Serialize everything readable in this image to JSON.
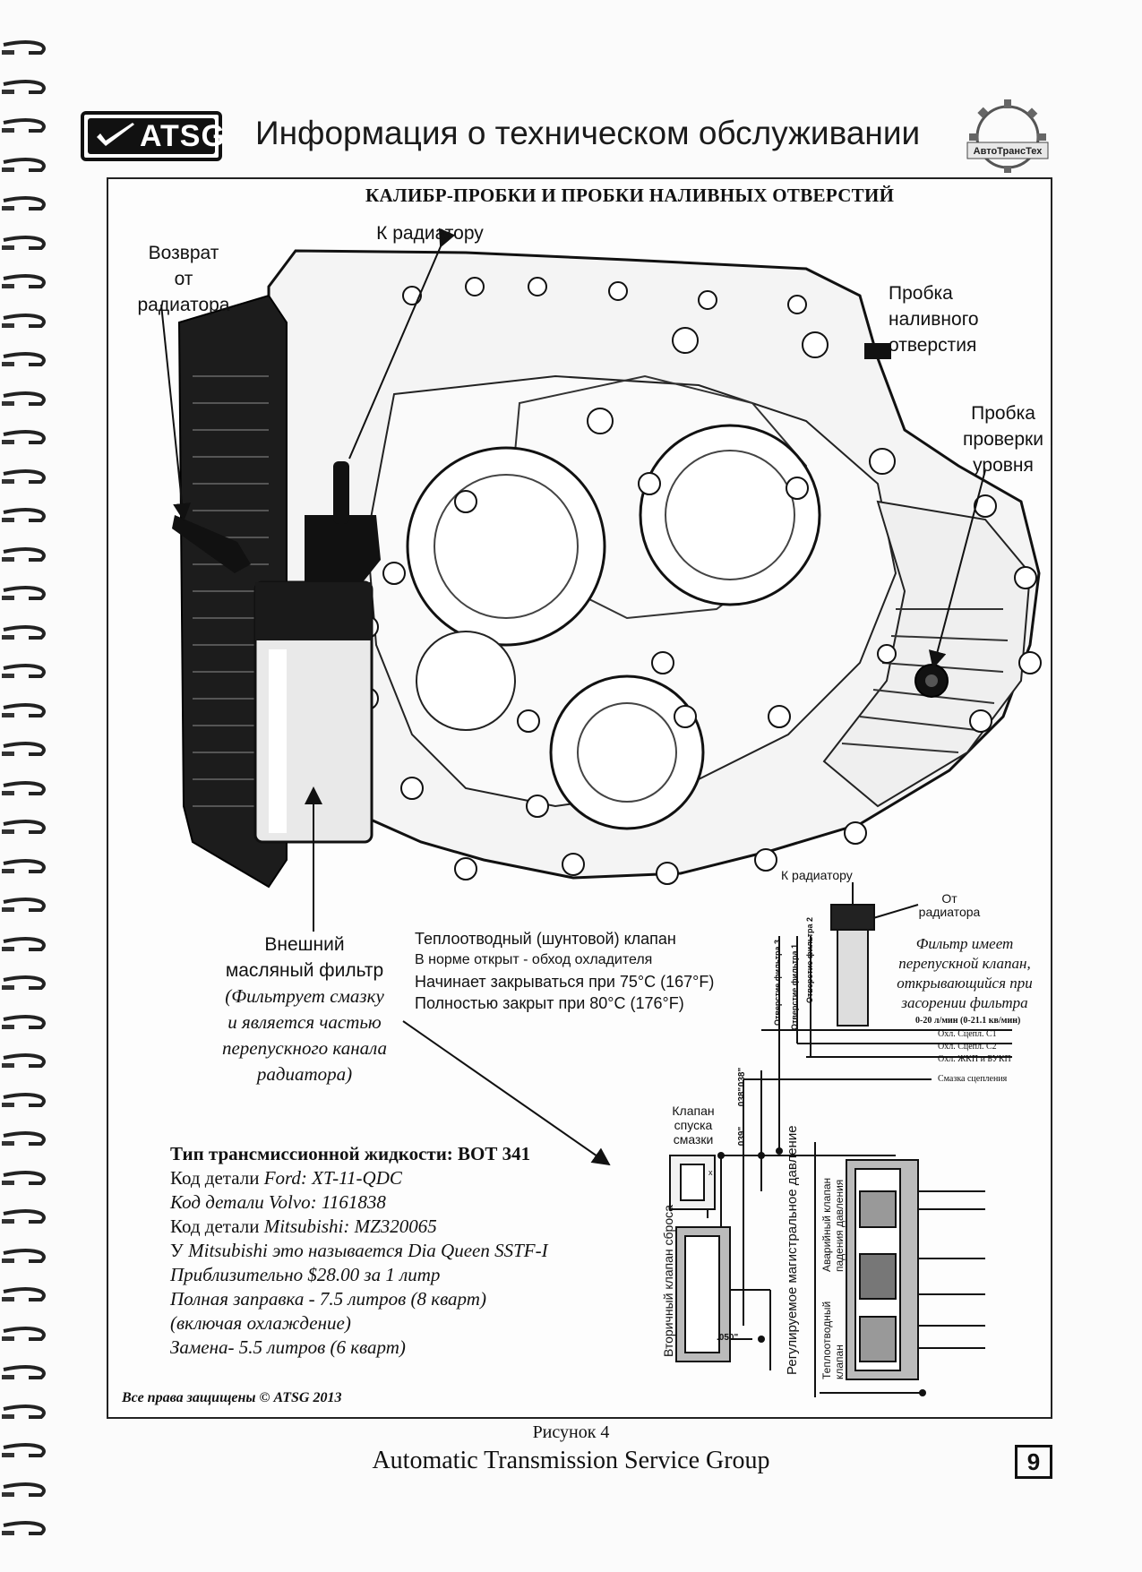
{
  "header": {
    "logo_text": "ATSG",
    "title": "Информация о техническом обслуживании",
    "corner_logo_text": "АвтоТрансТех"
  },
  "section_title": "КАЛИБР-ПРОБКИ И ПРОБКИ НАЛИВНЫХ ОТВЕРСТИЙ",
  "callouts": {
    "return_from_radiator": [
      "Возврат",
      "от",
      "радиатора"
    ],
    "to_radiator": "К радиатору",
    "fill_plug": [
      "Пробка",
      "наливного",
      "отверстия"
    ],
    "level_plug": [
      "Пробка",
      "проверки",
      "уровня"
    ],
    "external_filter": [
      "Внешний",
      "масляный фильтр"
    ],
    "external_filter_note": [
      "(Фильтрует смазку",
      "и является частью",
      "перепускного канала",
      "радиатора)"
    ]
  },
  "thermal_valve": {
    "title": "Теплоотводный (шунтовой) клапан",
    "lines": [
      "В норме открыт - обход охладителя",
      "Начинает закрываться при 75°C (167°F)",
      "Полностью закрыт при 80°C (176°F)"
    ]
  },
  "hydraulic": {
    "to_radiator": "К радиатору",
    "from_radiator": [
      "От",
      "радиатора"
    ],
    "filter_note": [
      "Фильтр имеет",
      "перепускной клапан,",
      "открывающийся при",
      "засорении фильтра"
    ],
    "flow": "0-20 л/мин (0-21.1 кв/мин)",
    "outputs": [
      "Охл. Сцепл. C1",
      "Охл. Сцепл. C2",
      "Охл. ЖКП и БУКП"
    ],
    "clutch_lube": "Смазка сцепления",
    "filter_holes": [
      "Отверстие фильтра 3",
      "Отверстие фильтра 1",
      "Отверстие фильтра 2"
    ],
    "orifices": [
      ".039\"",
      ".038\"",
      ".038\""
    ],
    "orifice_050": ".050\"",
    "drain_valve": [
      "Клапан",
      "спуска",
      "смазки"
    ],
    "secondary_relief": "Вторичный клапан сброса",
    "regulated_line": "Регулируемое магистральное давление",
    "emergency_valve": [
      "Аварийный клапан",
      "падения давления"
    ],
    "thermal_valve_vertical": [
      "Теплоотводный",
      "клапан"
    ],
    "x_mark": "x"
  },
  "fluid_info": {
    "title": "Тип трансмиссионной жидкости: ВОТ 341",
    "lines": [
      {
        "prefix": "Код детали ",
        "brand": "Ford:",
        "value": " XT-11-QDC"
      },
      {
        "prefix": "Код детали ",
        "brand": "Volvo:",
        "value": " 1161838"
      },
      {
        "prefix": "Код детали ",
        "brand": "Mitsubishi:",
        "value": " MZ320065"
      },
      {
        "prefix": "У ",
        "brand": "Mitsubishi",
        "value": " это называется Dia Queen SSTF-I"
      }
    ],
    "extra": [
      "Приблизительно $28.00 за 1 литр",
      "Полная заправка - 7.5 литров (8 кварт)",
      "(включая охлаждение)",
      "Замена- 5.5 литров (6 кварт)"
    ]
  },
  "copyright": "Все права защищены © ATSG 2013",
  "figure_caption": "Рисунок 4",
  "footer": "Automatic Transmission Service Group",
  "page_number": "9"
}
